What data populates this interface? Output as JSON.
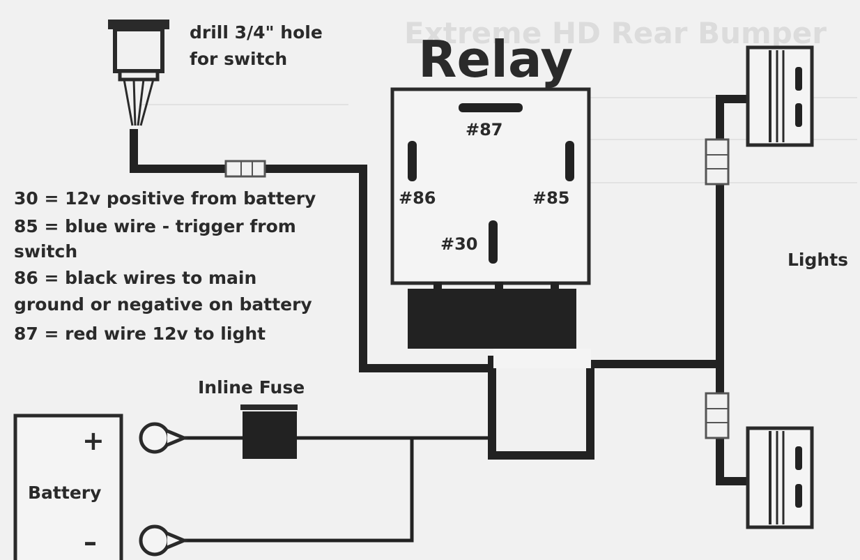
{
  "title": "Relay",
  "faded_heading": "Extreme HD Rear Bumper",
  "switch_note": [
    "drill 3/4\" hole",
    "for switch"
  ],
  "relay_pins": {
    "pin87": "#87",
    "pin86": "#86",
    "pin85": "#85",
    "pin30": "#30"
  },
  "legend": [
    "30 = 12v positive from battery",
    "85 = blue wire - trigger from",
    "switch",
    "86 = black wires to main",
    "ground or negative on battery",
    "87 = red wire 12v to light"
  ],
  "fuse_label": "Inline Fuse",
  "battery": {
    "label": "Battery",
    "positive": "+",
    "negative": "–"
  },
  "lights_label": "Lights",
  "colors": {
    "wire": "#222222",
    "text": "#2a2a2a",
    "background": "#f1f1f1",
    "faded": "#dcdcdc"
  }
}
